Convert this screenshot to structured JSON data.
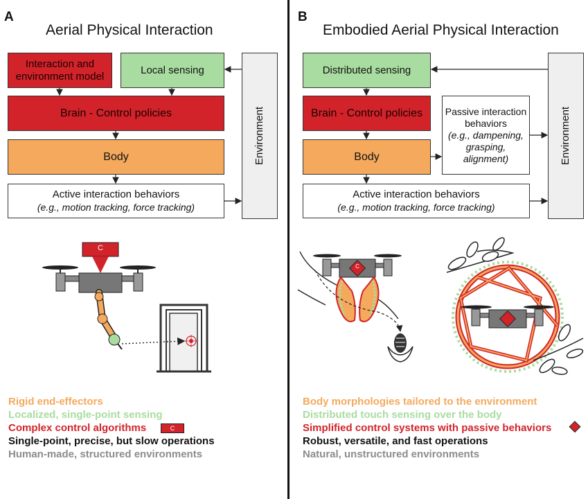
{
  "colors": {
    "red": "#d2232a",
    "green": "#a9dca0",
    "orange": "#f4a95d",
    "env_gray": "#efefef",
    "legend_orange": "#f4a95d",
    "legend_green": "#a9dca0",
    "legend_red": "#d2232a",
    "legend_black": "#111111",
    "legend_gray": "#8c8c8c"
  },
  "panel_a": {
    "letter": "A",
    "title": "Aerial Physical Interaction",
    "boxes": {
      "interaction_model": "Interaction and environment model",
      "local_sensing": "Local sensing",
      "brain": "Brain - Control policies",
      "body": "Body",
      "active_behaviors": "Active interaction behaviors",
      "active_behaviors_examples": "(e.g., motion tracking, force tracking)",
      "environment": "Environment"
    },
    "controller_label": "C",
    "legend": [
      "Rigid end-effectors",
      "Localized, single-point sensing",
      "Complex control algorithms",
      "Single-point, precise, but slow operations",
      "Human-made, structured environments"
    ]
  },
  "panel_b": {
    "letter": "B",
    "title": "Embodied Aerial Physical Interaction",
    "boxes": {
      "distributed_sensing": "Distributed sensing",
      "brain": "Brain - Control policies",
      "body": "Body",
      "passive_title": "Passive interaction behaviors",
      "passive_examples_1": "(e.g., dampening,",
      "passive_examples_2": "grasping,",
      "passive_examples_3": "alignment)",
      "active_behaviors": "Active interaction behaviors",
      "active_behaviors_examples": "(e.g., motion tracking, force tracking)",
      "environment": "Environment"
    },
    "controller_label": "C",
    "legend": [
      "Body morphologies tailored to the environment",
      "Distributed touch sensing over the body",
      "Simplified control systems with passive behaviors",
      "Robust, versatile, and fast operations",
      "Natural, unstructured environments"
    ]
  }
}
